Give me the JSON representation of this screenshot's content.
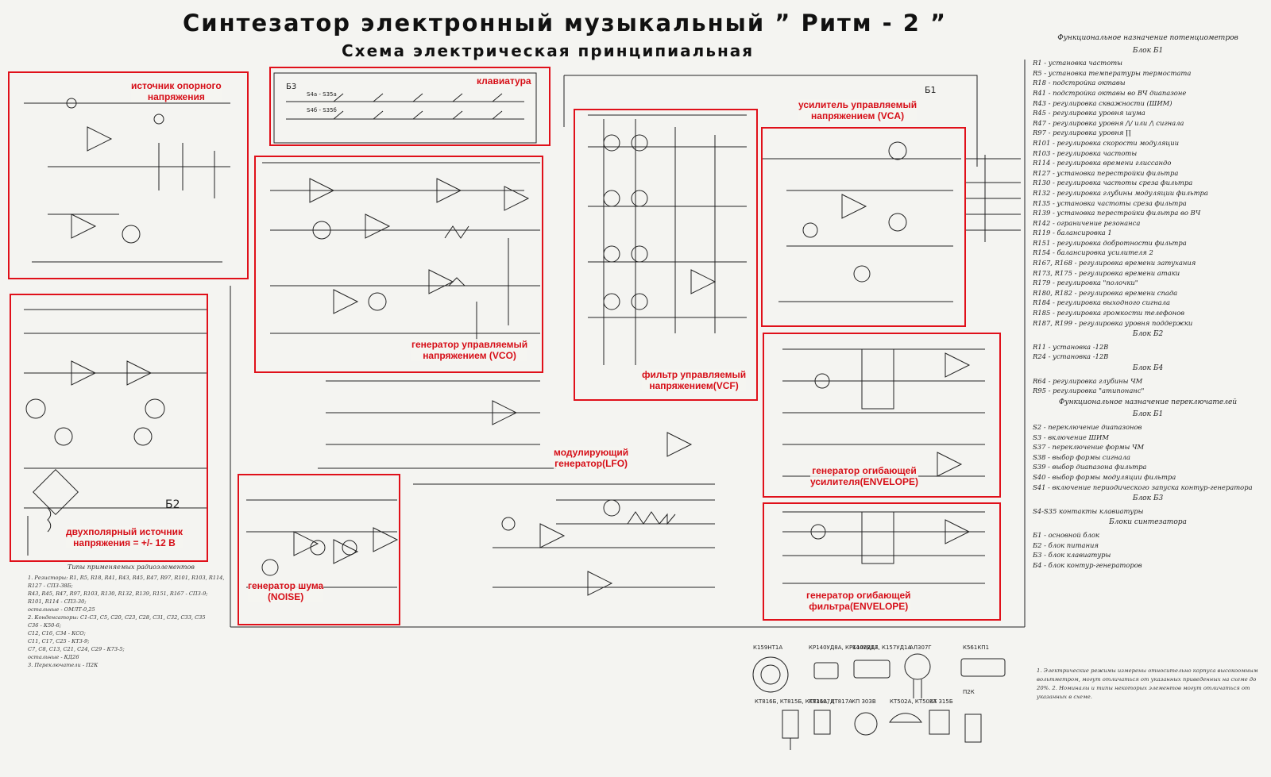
{
  "title": "Синтезатор электронный музыкальный ” Ритм - 2 ”",
  "subtitle": "Схема электрическая принципиальная",
  "blocks": [
    {
      "id": "reference",
      "label": "источник опорного\nнапряжения"
    },
    {
      "id": "keyboard",
      "label": "клавиатура"
    },
    {
      "id": "vco",
      "label": "генератор управляемый\nнапряжением   (VCO)"
    },
    {
      "id": "vcf",
      "label": "фильтр управляемый\nнапряжением(VCF)"
    },
    {
      "id": "vca",
      "label": "усилитель управляемый\nнапряжением (VCA)"
    },
    {
      "id": "psu",
      "label": "двухполярный источник\nнапряжения = +/- 12 В"
    },
    {
      "id": "lfo",
      "label": "модулирующий\nгенератор(LFO)"
    },
    {
      "id": "noise",
      "label": "генератор шума\n(NOISE)"
    },
    {
      "id": "env_amp",
      "label": "генератор огибающей\nусилителя(ENVELOPE)"
    },
    {
      "id": "env_filter",
      "label": "генератор огибающей\nфильтра(ENVELOPE)"
    }
  ],
  "block_marks": {
    "b1": "Б1",
    "b2": "Б2",
    "b3": "Б3",
    "keys_a": "S4a - S35a",
    "keys_b": "S4б - S35б"
  },
  "panel": {
    "heading": "Функциональное назначение потенциометров",
    "block1": "Блок Б1",
    "items": [
      "R1 - установка частоты",
      "R5 - установка температуры термостата",
      "R18 - подстройка октавы",
      "R41 - подстройка октавы во ВЧ диапазоне",
      "R43 - регулировка скважности (ШИМ)",
      "R45 - регулировка уровня шума",
      "R47 - регулировка уровня /\\/ или /\\ сигнала",
      "R97 - регулировка уровня ∏",
      "R101 - регулировка скорости модуляции",
      "R103 - регулировка частоты",
      "R114 - регулировка времени глиссандо",
      "R127 - установка перестройки фильтра",
      "R130 - регулировка частоты среза фильтра",
      "R132 - регулировка глубины модуляции фильтра",
      "R135 - установка частоты среза фильтра",
      "R139 - установка перестройки фильтра во ВЧ",
      "R142 - ограничение резонанса",
      "R119 - балансировка 1",
      "R151 - регулировка добротности фильтра",
      "R154 - балансировка усилителя 2",
      "R167, R168 - регулировка времени затухания",
      "R173, R175 - регулировка времени атаки",
      "R179 - регулировка \"полочки\"",
      "R180, R182 - регулировка времени спада",
      "R184 - регулировка выходного сигнала",
      "R185 - регулировка громкости телефонов",
      "R187, R199 - регулировка уровня поддержки"
    ],
    "block2": "Блок Б2",
    "items2": [
      "R11 - установка -12В",
      "R24 - установка -12В"
    ],
    "block4": "Блок Б4",
    "items4": [
      "R64 - регулировка глубины ЧМ",
      "R95 - регулировка \"атипонанс\""
    ],
    "heading2": "Функциональное назначение переключателей",
    "block1b": "Блок Б1",
    "switches": [
      "S2 - переключение диапазонов",
      "S3 - включение ШИМ",
      "S37 - переключение формы ЧМ",
      "S38 - выбор формы сигнала",
      "S39 - выбор диапазона фильтра",
      "S40 - выбор формы модуляции фильтра",
      "S41 - включение периодического запуска контур-генератора"
    ],
    "block3": "Блок Б3",
    "items3": [
      "S4-S35 контакты клавиатуры"
    ],
    "units_heading": "Блоки синтезатора",
    "units": [
      "Б1 - основной блок",
      "Б2 - блок питания",
      "Б3 - блок клавиатуры",
      "Б4 - блок контур-генераторов"
    ]
  },
  "notes": "1. Электрические режимы измерены относительно корпуса высокоомным вольтметром, могут отличаться от указанных приведенных на схеме до 20%. 2. Номиналы и типы некоторых элементов могут отличаться от указанных в схеме.",
  "parts_list": {
    "heading": "Типы применяемых радиоэлементов",
    "lines": [
      "1. Резисторы: R1, R5, R18, R41, R43, R45, R47, R97, R101, R103, R114, R127 - СП3-38Б;",
      "R43, R45, R47, R97, R103, R130, R132, R139, R151, R167 - СП3-9;",
      "R101, R114 - СП3-30;",
      "остальные - ОМЛТ-0,25",
      "2. Конденсаторы: C1-C3, C5, C20, C23, C28, C31, C32, C33, C35",
      "C36 - К50-6;",
      "C12, C16, C34 - КСО;",
      "C11, C17, C25 - КТ3-9;",
      "C7, C8, C13, C21, C24, C29 - К73-5;",
      "остальные - КД26",
      "3. Переключатели - П2К"
    ]
  },
  "packages": [
    "К159НТ1А",
    "КР140УД8А, КР140УД1А",
    "К140УД7, К157УД1А",
    "АЛ307Г",
    "К561КП1",
    "КТ816Б, КТ815Б, КТ816А, КТ817А",
    "КТ3107Д",
    "КП 303В",
    "КТ502А, КТ503А",
    "КТ 315Б",
    "П2К"
  ],
  "colors": {
    "annotation": "#e0101a",
    "ink": "#1a1a1a",
    "paper": "#f4f4f1"
  }
}
